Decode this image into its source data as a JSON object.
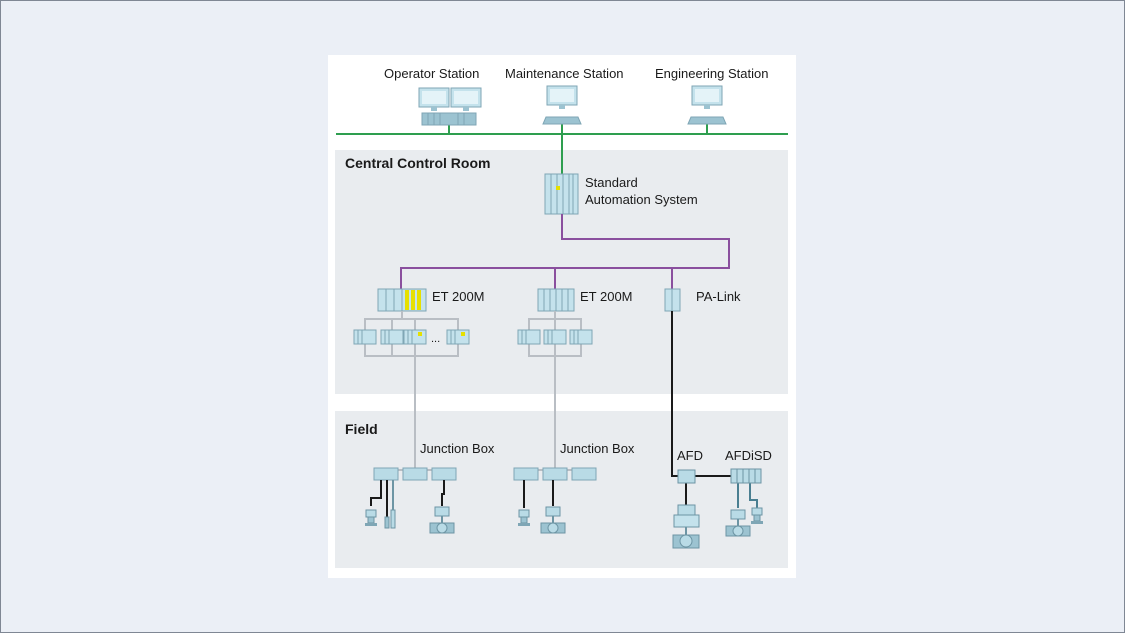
{
  "stations": {
    "operator": "Operator Station",
    "maintenance": "Maintenance Station",
    "engineering": "Engineering Station"
  },
  "zones": {
    "central": "Central Control Room",
    "field": "Field"
  },
  "automation": {
    "line1": "Standard",
    "line2": "Automation System"
  },
  "io": {
    "et1": "ET 200M",
    "et2": "ET 200M",
    "palink": "PA-Link",
    "ellipsis": "..."
  },
  "field_devices": {
    "jb1": "Junction Box",
    "jb2": "Junction Box",
    "afd": "AFD",
    "afdisd": "AFDiSD"
  },
  "colors": {
    "bus_ethernet": "#2e9e4f",
    "bus_profibus_dp": "#8a4f9e",
    "bus_profibus_pa": "#1a1a1a",
    "cable_io": "#b9bec4",
    "device_fill": "#b9dbe6",
    "device_stroke": "#7fa6b5",
    "highlight": "#e6e000"
  }
}
